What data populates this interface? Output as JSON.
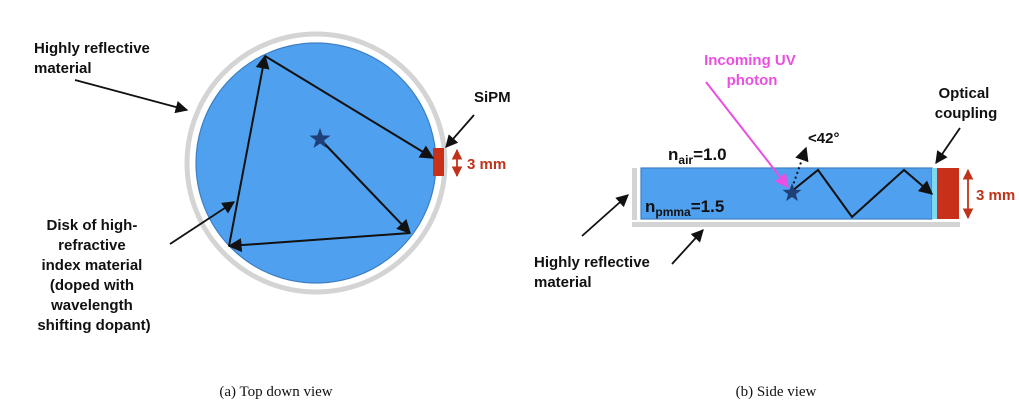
{
  "colors": {
    "disk": "#4fa0ee",
    "disk_edge": "#3d7fc2",
    "reflector": "#d4d4d4",
    "sipm": "#c8301a",
    "coupling": "#7fd8f2",
    "uv": "#e94fe0",
    "dimension": "#c0321a",
    "ink": "#111111",
    "star": "#1e3f78"
  },
  "top_view": {
    "reflective_label": [
      "Highly reflective",
      "material"
    ],
    "sipm_label": "SiPM",
    "dimension_label": "3 mm",
    "disk_label": [
      "Disk of high-",
      "refractive",
      "index material",
      "(doped with",
      "wavelength",
      "shifting dopant)"
    ],
    "caption": "(a) Top down view"
  },
  "side_view": {
    "photon_label": [
      "Incoming UV",
      "photon"
    ],
    "coupling_label": [
      "Optical",
      "coupling"
    ],
    "angle_label": "<42°",
    "n_air": {
      "base": "n",
      "sub": "air",
      "value": "=1.0"
    },
    "n_pmma": {
      "base": "n",
      "sub": "pmma",
      "value": "=1.5"
    },
    "dimension_label": "3 mm",
    "reflective_label": [
      "Highly reflective",
      "material"
    ],
    "caption": "(b) Side view"
  }
}
